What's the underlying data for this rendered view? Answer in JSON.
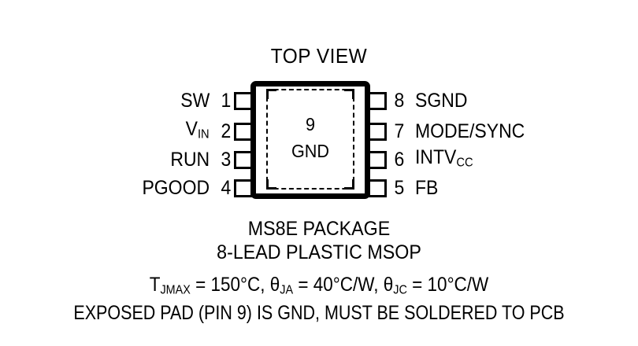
{
  "diagram": {
    "title": "TOP VIEW",
    "package_body": {
      "exposed_pad_number": "9",
      "exposed_pad_label": "GND"
    },
    "left_pins": [
      {
        "number": "1",
        "name": "SW",
        "name_sub": ""
      },
      {
        "number": "2",
        "name": "V",
        "name_sub": "IN"
      },
      {
        "number": "3",
        "name": "RUN",
        "name_sub": ""
      },
      {
        "number": "4",
        "name": "PGOOD",
        "name_sub": ""
      }
    ],
    "right_pins": [
      {
        "number": "8",
        "name": "SGND",
        "name_sub": ""
      },
      {
        "number": "7",
        "name": "MODE/SYNC",
        "name_sub": ""
      },
      {
        "number": "6",
        "name": "INTV",
        "name_sub": "CC"
      },
      {
        "number": "5",
        "name": "FB",
        "name_sub": ""
      }
    ],
    "caption": {
      "package_name": "MS8E PACKAGE",
      "package_type": "8-LEAD PLASTIC MSOP",
      "thermal_tjmax_prefix": "T",
      "thermal_tjmax_sub": "JMAX",
      "thermal_tjmax_value": " = 150°C, ",
      "thermal_theta_ja_symbol": "θ",
      "thermal_theta_ja_sub": "JA",
      "thermal_theta_ja_value": " = 40°C/W, ",
      "thermal_theta_jc_symbol": "θ",
      "thermal_theta_jc_sub": "JC",
      "thermal_theta_jc_value": " = 10°C/W",
      "note": "EXPOSED PAD (PIN 9) IS GND, MUST BE SOLDERED TO PCB"
    }
  },
  "colors": {
    "background": "#ffffff",
    "ink": "#000000"
  }
}
